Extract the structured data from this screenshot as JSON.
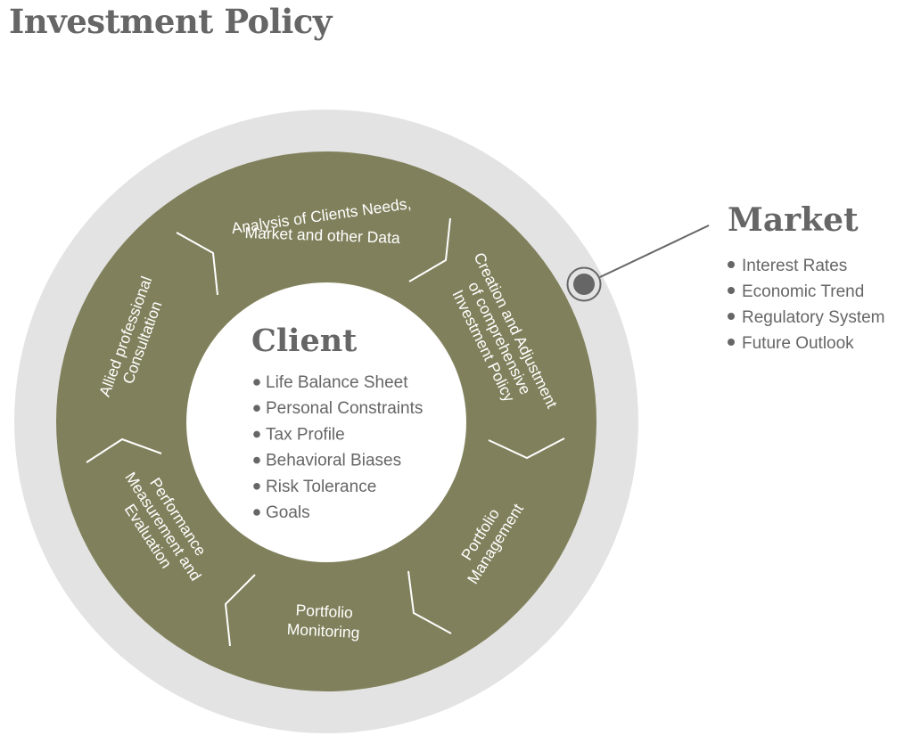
{
  "title": "Investment Policy",
  "colors": {
    "outer_ring": "#e3e3e3",
    "process_ring": "#80805c",
    "inner_circle": "#ffffff",
    "text_gray": "#666666",
    "divider": "#ffffff"
  },
  "process_segments": [
    {
      "id": "analysis",
      "lines": [
        "Analysis of Clients Needs,",
        "Market and other Data"
      ]
    },
    {
      "id": "creation",
      "lines": [
        "Creation and Adjustment",
        "of comprehensive",
        "Investment Policy"
      ]
    },
    {
      "id": "management",
      "lines": [
        "Portfolio",
        "Management"
      ]
    },
    {
      "id": "monitoring",
      "lines": [
        "Portfolio",
        "Monitoring"
      ]
    },
    {
      "id": "performance",
      "lines": [
        "Performance",
        "Measurement and",
        "Evaluation"
      ]
    },
    {
      "id": "consultation",
      "lines": [
        "Allied professional",
        "Consultation"
      ]
    }
  ],
  "client": {
    "title": "Client",
    "items": [
      "Life Balance Sheet",
      "Personal Constraints",
      "Tax Profile",
      "Behavioral Biases",
      "Risk Tolerance",
      "Goals"
    ]
  },
  "market": {
    "title": "Market",
    "items": [
      "Interest Rates",
      "Economic Trend",
      "Regulatory System",
      "Future Outlook"
    ],
    "marker_icon": "target-dot-icon"
  }
}
